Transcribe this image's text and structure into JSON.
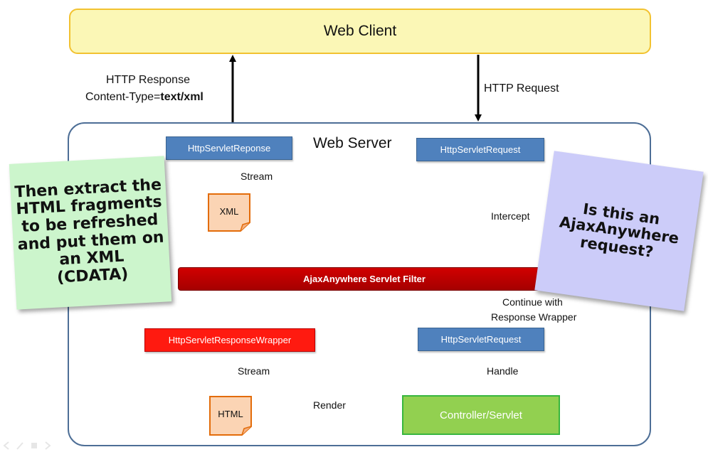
{
  "web_client": {
    "label": "Web Client"
  },
  "web_server": {
    "label": "Web Server"
  },
  "top_labels": {
    "response_line1": "HTTP Response",
    "response_line2_prefix": "Content-Type=",
    "response_line2_value": "text/xml",
    "request": "HTTP Request"
  },
  "boxes": {
    "servlet_response": "HttpServletReponse",
    "servlet_request_top": "HttpServletRequest",
    "xml_doc": "XML",
    "filter": "AjaxAnywhere Servlet Filter",
    "response_wrapper": "HttpServletResponseWrapper",
    "servlet_request_bottom": "HttpServletRequest",
    "html_doc": "HTML",
    "controller": "Controller/Servlet"
  },
  "arrow_labels": {
    "stream_top": "Stream",
    "intercept": "Intercept",
    "continue_line1": "Continue with",
    "continue_line2": "Response Wrapper",
    "stream_bottom": "Stream",
    "handle": "Handle",
    "render": "Render"
  },
  "notes": {
    "left_lines": [
      "Then extract the",
      "HTML fragments",
      "to be refreshed",
      "and put them on",
      "an XML",
      "(CDATA)"
    ],
    "right_lines": [
      "Is this an",
      "AjaxAnywhere",
      "request?"
    ]
  },
  "colors": {
    "client_fill": "#fbf7b6",
    "client_border": "#f2c230",
    "server_border": "#4d6e96",
    "blue_box": "#4f81bd",
    "red_box": "#ff1a10",
    "filter_bar": "#c00000",
    "doc_fill": "#fbd4b4",
    "doc_border": "#e36c0a",
    "controller_fill": "#92d050",
    "note_green": "#ccf5cc",
    "note_purple": "#ccccf9"
  }
}
